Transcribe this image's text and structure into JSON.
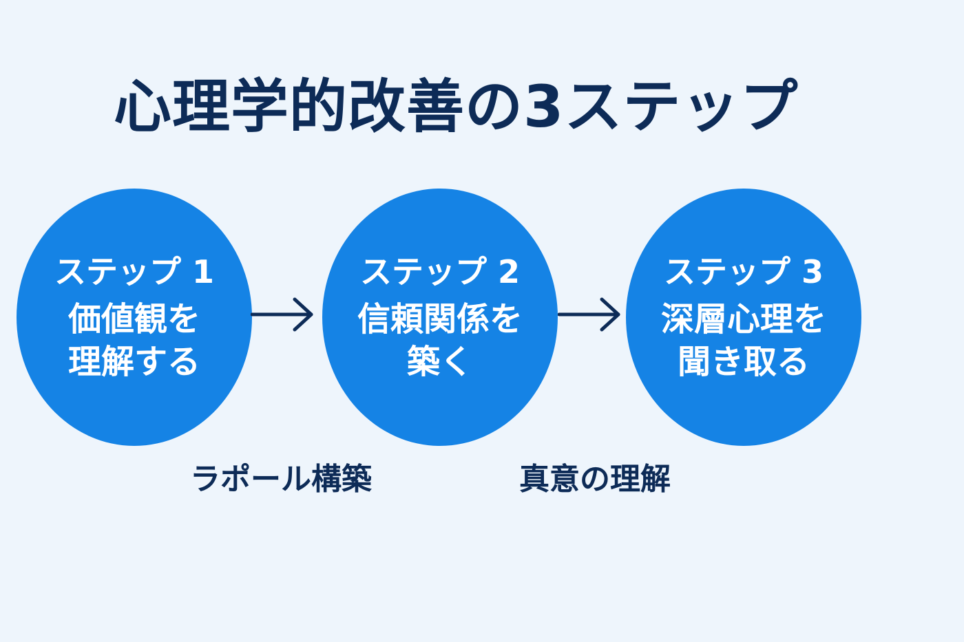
{
  "title": "心理学的改善の3ステップ",
  "steps": [
    {
      "label": "ステップ 1",
      "text": "価値観を\n理解する"
    },
    {
      "label": "ステップ 2",
      "text": "信頼関係を\n築く"
    },
    {
      "label": "ステップ 3",
      "text": "深層心理を\n聞き取る"
    }
  ],
  "captions": [
    "ラポール構築",
    "真意の理解"
  ],
  "colors": {
    "background": "#eef5fc",
    "circle": "#1583e5",
    "dark_text": "#0d2b57",
    "circle_text": "#ffffff"
  },
  "icons": [
    "arrow-right-icon",
    "arrow-right-icon"
  ]
}
